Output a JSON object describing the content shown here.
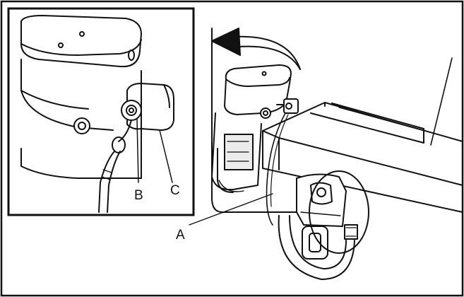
{
  "callouts": {
    "a": "A",
    "b": "B",
    "c": "C"
  },
  "colors": {
    "ink": "#111111",
    "paper": "#ffffff",
    "shade": "#d9d9d9"
  },
  "icons": {
    "rotation": "curved-arrow-icon"
  }
}
